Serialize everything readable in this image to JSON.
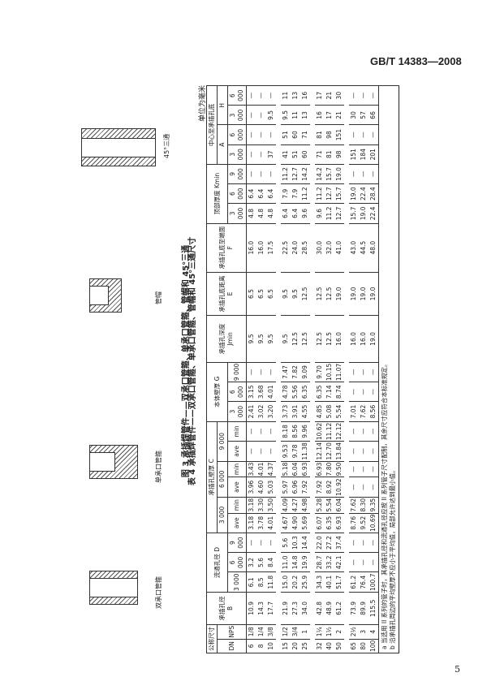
{
  "header": {
    "standard_code": "GB/T 14383—2008"
  },
  "figure": {
    "caption": "图 3  承插焊管件——双承口管箍、单承口管箍、管帽和 45°三通",
    "parts": [
      "双承口管箍",
      "单承口管箍",
      "管帽",
      "45°三通"
    ]
  },
  "table": {
    "caption": "表 4  承插焊管件——双承口管箍、单承口管箍、管帽和 45°三通尺寸",
    "unit": "单位为毫米",
    "headers": {
      "nominal": "公称尺寸",
      "dn": "DN",
      "nps": "NPS",
      "socket_bore": "承插孔径 B",
      "flow_bore": "流通孔径 D",
      "socket_wall": "承插孔壁厚 C",
      "body_wall": "本体壁厚 G",
      "socket_depth": "承插孔深度 Jmin",
      "socket_bottom_dist": "承插孔底距离 E",
      "socket_end": "承插孔底至端面 F",
      "bottom_thk": "顶部厚度 Kmin",
      "center": "中心至承插孔底",
      "A": "A",
      "H": "H",
      "cls3000": "3 000",
      "cls6000": "6 000",
      "cls9000": "9 000",
      "ave": "ave",
      "min": "min"
    },
    "rows": [
      {
        "dn": "6",
        "nps": "1/8",
        "B": "10.9",
        "D3": "6.1",
        "D6": "3.2",
        "D9": "—",
        "C3a": "3.18",
        "C3m": "3.18",
        "C6a": "3.96",
        "C6m": "3.43",
        "C9a": "—",
        "C9m": "—",
        "G3": "2.41",
        "G6": "3.15",
        "G9": "—",
        "J": "9.5",
        "E": "6.5",
        "F": "16.0",
        "K3": "4.8",
        "K6": "6.4",
        "K9": "—",
        "A3": "—",
        "A6": "—",
        "H3": "—",
        "H6": "—"
      },
      {
        "dn": "8",
        "nps": "1/4",
        "B": "14.3",
        "D3": "8.5",
        "D6": "5.6",
        "D9": "—",
        "C3a": "3.78",
        "C3m": "3.30",
        "C6a": "4.60",
        "C6m": "4.01",
        "C9a": "—",
        "C9m": "—",
        "G3": "3.02",
        "G6": "3.68",
        "G9": "—",
        "J": "9.5",
        "E": "6.5",
        "F": "16.0",
        "K3": "4.8",
        "K6": "6.4",
        "K9": "—",
        "A3": "—",
        "A6": "—",
        "H3": "—",
        "H6": "—"
      },
      {
        "dn": "10",
        "nps": "3/8",
        "B": "17.7",
        "D3": "11.8",
        "D6": "8.4",
        "D9": "—",
        "C3a": "4.01",
        "C3m": "3.50",
        "C6a": "5.03",
        "C6m": "4.37",
        "C9a": "—",
        "C9m": "—",
        "G3": "3.20",
        "G6": "4.01",
        "G9": "—",
        "J": "9.5",
        "E": "6.5",
        "F": "17.5",
        "K3": "4.8",
        "K6": "6.4",
        "K9": "—",
        "A3": "37",
        "A6": "—",
        "H3": "9.5",
        "H6": "—"
      },
      {
        "dn": "15",
        "nps": "1/2",
        "B": "21.9",
        "D3": "15.0",
        "D6": "11.0",
        "D9": "5.6",
        "C3a": "4.67",
        "C3m": "4.09",
        "C6a": "5.97",
        "C6m": "5.18",
        "C9a": "9.53",
        "C9m": "8.18",
        "G3": "3.73",
        "G6": "4.78",
        "G9": "7.47",
        "J": "9.5",
        "E": "9.5",
        "F": "22.5",
        "K3": "6.4",
        "K6": "7.9",
        "K9": "11.2",
        "A3": "41",
        "A6": "51",
        "H3": "9.5",
        "H6": "11"
      },
      {
        "dn": "20",
        "nps": "3/4",
        "B": "27.3",
        "D3": "20.2",
        "D6": "14.8",
        "D9": "10.3",
        "C3a": "4.90",
        "C3m": "4.27",
        "C6a": "6.96",
        "C6m": "6.04",
        "C9a": "9.78",
        "C9m": "8.56",
        "G3": "3.91",
        "G6": "5.56",
        "G9": "7.82",
        "J": "12.5",
        "E": "9.5",
        "F": "24.0",
        "K3": "6.4",
        "K6": "7.9",
        "K9": "12.7",
        "A3": "51",
        "A6": "60",
        "H3": "11",
        "H6": "13"
      },
      {
        "dn": "25",
        "nps": "1",
        "B": "34.0",
        "D3": "25.9",
        "D6": "19.9",
        "D9": "14.4",
        "C3a": "5.69",
        "C3m": "4.98",
        "C6a": "7.92",
        "C6m": "6.93",
        "C9a": "11.38",
        "C9m": "9.96",
        "G3": "4.55",
        "G6": "6.35",
        "G9": "9.09",
        "J": "12.5",
        "E": "12.5",
        "F": "28.5",
        "K3": "9.6",
        "K6": "11.2",
        "K9": "14.2",
        "A3": "60",
        "A6": "71",
        "H3": "13",
        "H6": "16"
      },
      {
        "dn": "32",
        "nps": "1¼",
        "B": "42.8",
        "D3": "34.3",
        "D6": "28.7",
        "D9": "22.0",
        "C3a": "6.07",
        "C3m": "5.28",
        "C6a": "7.92",
        "C6m": "6.93",
        "C9a": "12.14",
        "C9m": "10.62",
        "G3": "4.85",
        "G6": "6.35",
        "G9": "9.70",
        "J": "12.5",
        "E": "12.5",
        "F": "30.0",
        "K3": "9.6",
        "K6": "11.2",
        "K9": "14.2",
        "A3": "71",
        "A6": "81",
        "H3": "16",
        "H6": "17"
      },
      {
        "dn": "40",
        "nps": "1½",
        "B": "48.9",
        "D3": "40.1",
        "D6": "33.2",
        "D9": "27.2",
        "C3a": "6.35",
        "C3m": "5.54",
        "C6a": "8.92",
        "C6m": "7.80",
        "C9a": "12.70",
        "C9m": "11.12",
        "G3": "5.08",
        "G6": "7.14",
        "G9": "10.15",
        "J": "12.5",
        "E": "12.5",
        "F": "32.0",
        "K3": "11.2",
        "K6": "12.7",
        "K9": "15.7",
        "A3": "81",
        "A6": "98",
        "H3": "17",
        "H6": "21"
      },
      {
        "dn": "50",
        "nps": "2",
        "B": "61.2",
        "D3": "51.7",
        "D6": "42.1",
        "D9": "37.4",
        "C3a": "6.93",
        "C3m": "6.04",
        "C6a": "10.92",
        "C6m": "9.50",
        "C9a": "13.84",
        "C9m": "12.12",
        "G3": "5.54",
        "G6": "8.74",
        "G9": "11.07",
        "J": "16.0",
        "E": "19.0",
        "F": "41.0",
        "K3": "12.7",
        "K6": "15.7",
        "K9": "19.0",
        "A3": "98",
        "A6": "151",
        "H3": "21",
        "H6": "30"
      },
      {
        "dn": "65",
        "nps": "2½",
        "B": "73.9",
        "D3": "61.2",
        "D6": "—",
        "D9": "—",
        "C3a": "8.76",
        "C3m": "7.62",
        "C6a": "—",
        "C6m": "—",
        "C9a": "—",
        "C9m": "—",
        "G3": "7.01",
        "G6": "—",
        "G9": "—",
        "J": "16.0",
        "E": "19.0",
        "F": "43.0",
        "K3": "15.7",
        "K6": "19.0",
        "K9": "—",
        "A3": "151",
        "A6": "—",
        "H3": "30",
        "H6": "—"
      },
      {
        "dn": "80",
        "nps": "3",
        "B": "89.9",
        "D3": "76.4",
        "D6": "—",
        "D9": "—",
        "C3a": "9.52",
        "C3m": "8.30",
        "C6a": "—",
        "C6m": "—",
        "C9a": "—",
        "C9m": "—",
        "G3": "7.62",
        "G6": "—",
        "G9": "—",
        "J": "16.0",
        "E": "19.0",
        "F": "44.5",
        "K3": "19.0",
        "K6": "22.4",
        "K9": "—",
        "A3": "184",
        "A6": "—",
        "H3": "57",
        "H6": "—"
      },
      {
        "dn": "100",
        "nps": "4",
        "B": "115.5",
        "D3": "100.7",
        "D6": "—",
        "D9": "—",
        "C3a": "10.69",
        "C3m": "9.35",
        "C6a": "—",
        "C6m": "—",
        "C9a": "—",
        "C9m": "—",
        "G3": "8.56",
        "G6": "—",
        "G9": "—",
        "J": "19.0",
        "E": "19.0",
        "F": "48.0",
        "K3": "22.4",
        "K6": "28.4",
        "K9": "—",
        "A3": "201",
        "A6": "—",
        "H3": "66",
        "H6": "—"
      }
    ],
    "footnotes": [
      "a 当选用 II 系列的管子时，其承插孔径和流通孔径应按 II 系列管子尺寸配制，其余尺寸应符合本标准规定。",
      "b 沿承插孔周边的平均壁厚不应小于平均值，局部允许达到最小值。"
    ]
  },
  "footer": {
    "page_number": "5"
  }
}
